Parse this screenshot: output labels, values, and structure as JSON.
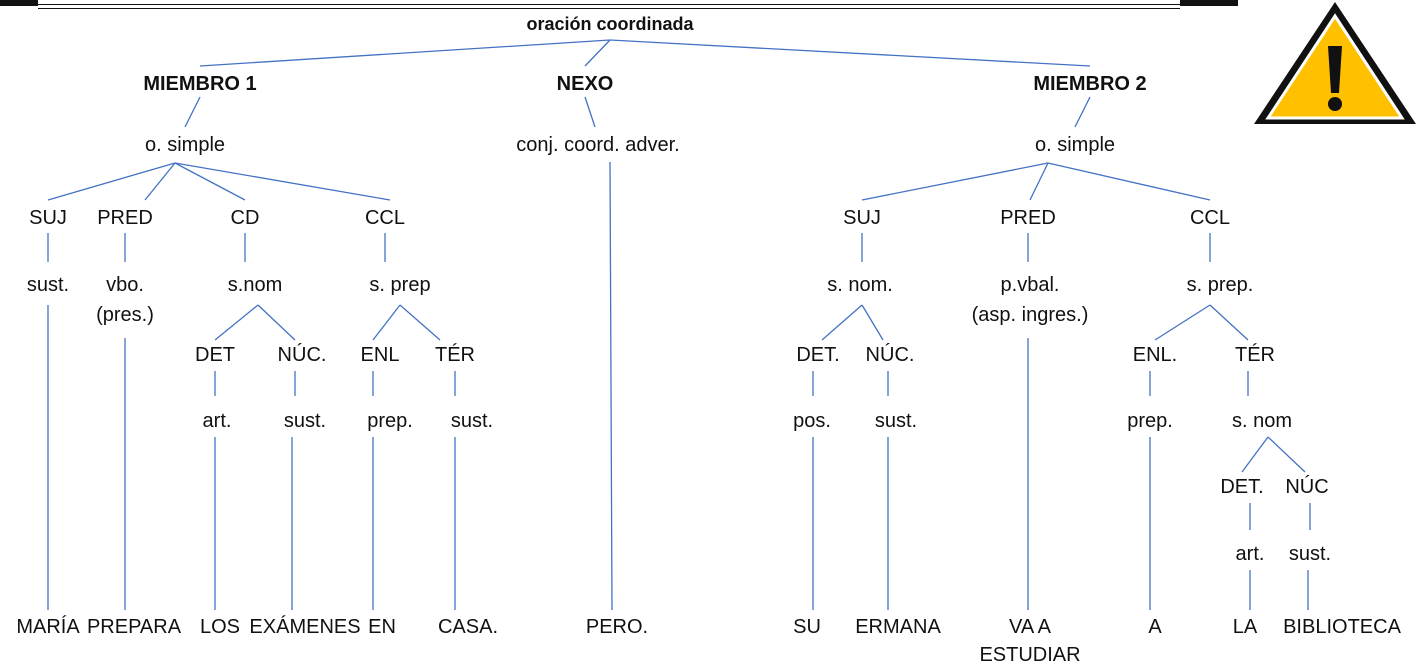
{
  "title": "oración coordinada",
  "members": {
    "m1": "MIEMBRO 1",
    "nexo": "NEXO",
    "m2": "MIEMBRO 2"
  },
  "level_types": {
    "m1": "o. simple",
    "nexo": "conj. coord. adver.",
    "m2": "o. simple"
  },
  "m1": {
    "sujeto": {
      "func": "SUJ",
      "cat": "sust.",
      "word": "MARÍA"
    },
    "predicado": {
      "func": "PRED",
      "cat": "vbo.",
      "cat2": "(pres.)",
      "word": "PREPARA"
    },
    "cd": {
      "func": "CD",
      "cat": "s.nom",
      "det": {
        "func": "DET",
        "cat": "art.",
        "word": "LOS"
      },
      "nuc": {
        "func": "NÚC.",
        "cat": "sust.",
        "word": "EXÁMENES"
      }
    },
    "ccl": {
      "func": "CCL",
      "cat": "s. prep",
      "enl": {
        "func": "ENL",
        "cat": "prep.",
        "word": "EN"
      },
      "ter": {
        "func": "TÉR",
        "cat": "sust.",
        "word": "CASA."
      }
    }
  },
  "nexo": {
    "word": "PERO."
  },
  "m2": {
    "sujeto": {
      "func": "SUJ",
      "cat": "s. nom.",
      "det": {
        "func": "DET.",
        "cat": "pos.",
        "word": "SU"
      },
      "nuc": {
        "func": "NÚC.",
        "cat": "sust.",
        "word": "ERMANA"
      }
    },
    "predicado": {
      "func": "PRED",
      "cat": "p.vbal.",
      "cat2": "(asp. ingres.)",
      "word": "VA A",
      "word2": "ESTUDIAR"
    },
    "ccl": {
      "func": "CCL",
      "cat": "s. prep.",
      "enl": {
        "func": "ENL.",
        "cat": "prep.",
        "word": "A"
      },
      "ter": {
        "func": "TÉR",
        "cat": "s. nom",
        "det": {
          "func": "DET.",
          "cat": "art.",
          "word": "LA"
        },
        "nuc": {
          "func": "NÚC",
          "cat": "sust.",
          "word": "BIBLIOTECA"
        }
      }
    }
  },
  "colors": {
    "line": "#4472c4",
    "warning_fill": "#ffc000",
    "warning_stroke": "#111111"
  },
  "icons": {
    "warning": "warning-icon"
  }
}
